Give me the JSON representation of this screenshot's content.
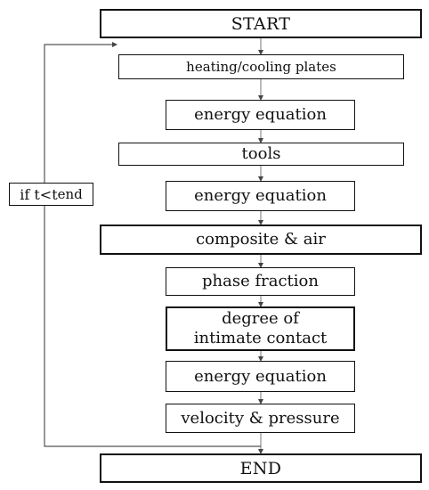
{
  "flowchart": {
    "start": "START",
    "end": "END",
    "steps": [
      "heating/cooling plates",
      "energy equation",
      "tools",
      "energy equation",
      "composite & air",
      "phase fraction",
      "degree of\nintimate contact",
      "energy equation",
      "velocity & pressure"
    ],
    "loop_condition": {
      "prefix": "if t<t",
      "subscript": "end"
    }
  }
}
